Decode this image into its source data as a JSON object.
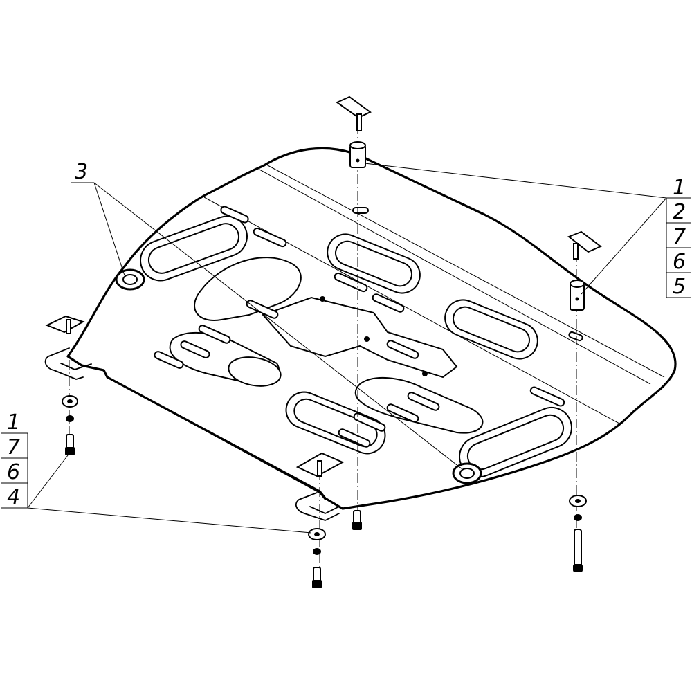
{
  "callouts": {
    "right_top_stack": [
      "1",
      "2",
      "7",
      "6",
      "5"
    ],
    "left_bottom_stack": [
      "1",
      "7",
      "6",
      "4"
    ],
    "left_top": "3"
  },
  "colors": {
    "line": "#000000",
    "background": "#ffffff"
  },
  "icons": {
    "mount_bracket": "t-bracket-icon",
    "spacer": "spacer-sleeve-icon",
    "washer": "washer-icon",
    "bolt": "bolt-icon"
  }
}
